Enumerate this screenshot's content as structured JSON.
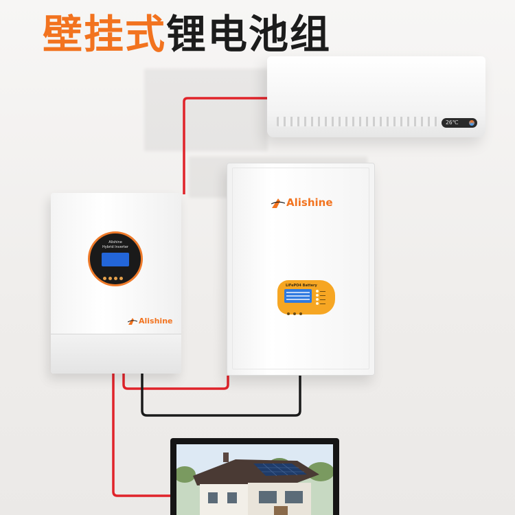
{
  "title": {
    "accent_text": "壁挂式",
    "dark_text": "锂电池组"
  },
  "inverter": {
    "screen_label_line1": "Alishine",
    "screen_label_line2": "Hybrid Inverter",
    "brand": "Alishine"
  },
  "battery": {
    "brand": "Alishine",
    "panel_title": "LiFePO4 Battery"
  },
  "air_conditioner": {
    "display_text": "26℃"
  },
  "colors": {
    "accent": "#f2731f",
    "cable_red": "#e0232a",
    "cable_black": "#1a1a1a",
    "title_dark": "#1c1c1c"
  }
}
